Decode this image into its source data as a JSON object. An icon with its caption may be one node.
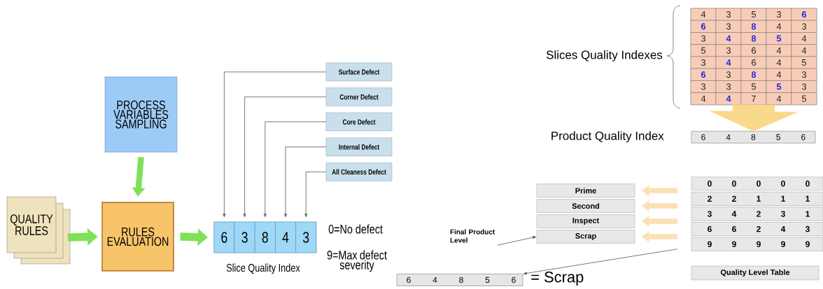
{
  "diagram": {
    "nodes": [
      {
        "text": [
          "PROCESS VARIABLES SAMPLING"
        ]
      },
      {
        "text": [
          "QUALITY RULES"
        ]
      },
      {
        "text": [
          "RULES EVALUATION"
        ]
      },
      {
        "text": [],
        "shape": "bar",
        "beside": [
          "Slice Quality Index"
        ]
      },
      {
        "text": [
          "6"
        ],
        "in": 3
      },
      {
        "text": [
          "3"
        ],
        "in": 3
      },
      {
        "text": [
          "8"
        ],
        "in": 3
      },
      {
        "text": [
          "4"
        ],
        "in": 3
      },
      {
        "text": [
          "3"
        ],
        "in": 3
      },
      {
        "text": [
          "Surface Defect"
        ]
      },
      {
        "text": [
          "Corner Defect"
        ]
      },
      {
        "text": [
          "Core Defect"
        ]
      },
      {
        "text": [
          "Internal Defect"
        ]
      },
      {
        "text": [
          "All Cleaness Defect"
        ]
      },
      {
        "text": [
          "4",
          "3",
          "5",
          "3",
          "**6**",
          "**6**",
          "3",
          "**8**",
          "4",
          "3",
          "3",
          "**4**",
          "**8**",
          "**5**",
          "4",
          "5",
          "3",
          "6",
          "4",
          "4",
          "3",
          "**4**",
          "6",
          "4",
          "5",
          "**6**",
          "3",
          "**8**",
          "4",
          "3",
          "3",
          "3",
          "5",
          "**5**",
          "3",
          "4",
          "**4**",
          "7",
          "4",
          "5"
        ],
        "beside": [
          "Slices Quality Indexes"
        ]
      },
      {
        "text": [
          "6",
          "4",
          "8",
          "5",
          "6"
        ],
        "beside": [
          "Product Quality Index"
        ]
      },
      {
        "text": [
          "Prime"
        ]
      },
      {
        "text": [
          "Second"
        ]
      },
      {
        "text": [
          "Inspect"
        ]
      },
      {
        "text": [
          "Scrap"
        ]
      },
      {
        "text": [
          "0",
          "0",
          "0",
          "0",
          "0"
        ]
      },
      {
        "text": [
          "2",
          "2",
          "1",
          "1",
          "1"
        ]
      },
      {
        "text": [
          "3",
          "4",
          "2",
          "3",
          "1"
        ]
      },
      {
        "text": [
          "6",
          "6",
          "2",
          "4",
          "3"
        ]
      },
      {
        "text": [
          "9",
          "9",
          "9",
          "9",
          "9"
        ]
      },
      {
        "text": [
          "6",
          "4",
          "8",
          "5",
          "6"
        ],
        "beside": [
          "= Scrap"
        ]
      },
      {
        "text": [
          "Quality Level Table"
        ]
      },
      {
        "text": [
          "Final Product Level"
        ]
      }
    ],
    "edges": [
      {
        "from": 0,
        "to": 2,
        "arrow": "to",
        "color": "#7fe05a"
      },
      {
        "from": 1,
        "to": 2,
        "arrow": "to",
        "color": "#7fe05a"
      },
      {
        "from": 2,
        "to": 3,
        "arrow": "to",
        "color": "#7fe05a"
      },
      {
        "from": 9,
        "to": 4,
        "arrow": "to"
      },
      {
        "from": 10,
        "to": 5,
        "arrow": "to"
      },
      {
        "from": 11,
        "to": 6,
        "arrow": "to"
      },
      {
        "from": 12,
        "to": 7,
        "arrow": "to"
      },
      {
        "from": 13,
        "to": 8,
        "arrow": "to"
      },
      {
        "from": 14,
        "to": 15,
        "arrow": "to",
        "color": "#f9d98a"
      },
      {
        "from": 20,
        "to": 16,
        "arrow": "to",
        "color": "#fbe0b5"
      },
      {
        "from": 21,
        "to": 17,
        "arrow": "to",
        "color": "#fbe0b5"
      },
      {
        "from": 22,
        "to": 18,
        "arrow": "to",
        "color": "#fbe0b5"
      },
      {
        "from": 23,
        "to": 19,
        "arrow": "to",
        "color": "#fbe0b5"
      },
      {
        "from": 24,
        "to": 25,
        "arrow": "to"
      },
      {
        "from": 27,
        "to": 19,
        "arrow": "to"
      }
    ],
    "labels": [
      "0=No defect",
      "9=Max defect severity"
    ]
  }
}
